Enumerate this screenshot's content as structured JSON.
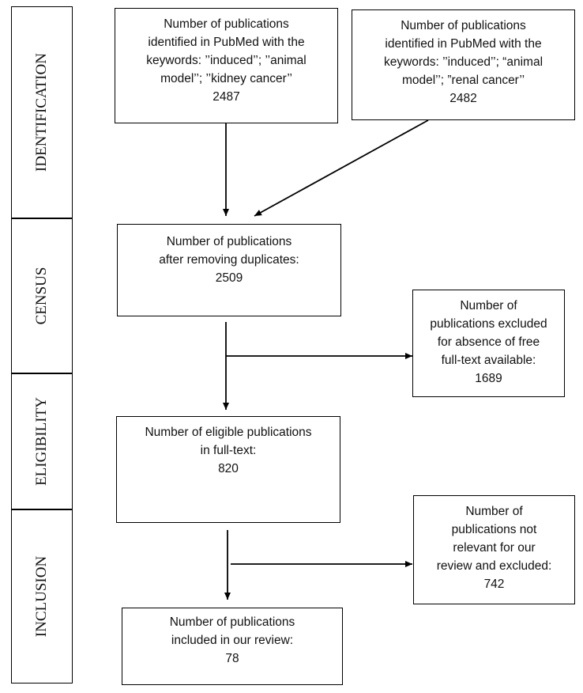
{
  "stages": {
    "identification": "IDENTIFICATION",
    "census": "CENSUS",
    "eligibility": "ELIGIBILITY",
    "inclusion": "INCLUSION"
  },
  "boxes": {
    "kidney": {
      "lines": [
        "Number of publications",
        "identified in PubMed with the",
        "keywords: ’’induced’’; ’’animal",
        "model’’; ’’kidney cancer’’"
      ],
      "count": "2487"
    },
    "renal": {
      "lines": [
        "Number of publications",
        "identified in PubMed with the",
        "keywords: ’’induced’’; “animal",
        "model’’; ”renal cancer’’"
      ],
      "count": "2482"
    },
    "duplicates": {
      "lines": [
        "Number of publications",
        "after removing duplicates:"
      ],
      "count": "2509"
    },
    "excluded_free": {
      "lines": [
        "Number of",
        "publications excluded",
        "for absence of free",
        "full-text available:"
      ],
      "count": "1689"
    },
    "eligible": {
      "lines": [
        "Number of eligible publications",
        "in full-text:"
      ],
      "count": "820"
    },
    "not_relevant": {
      "lines": [
        "Number of",
        "publications not",
        "relevant for our",
        "review and excluded:"
      ],
      "count": "742"
    },
    "included": {
      "lines": [
        "Number of publications",
        "included in our review:"
      ],
      "count": "78"
    }
  }
}
